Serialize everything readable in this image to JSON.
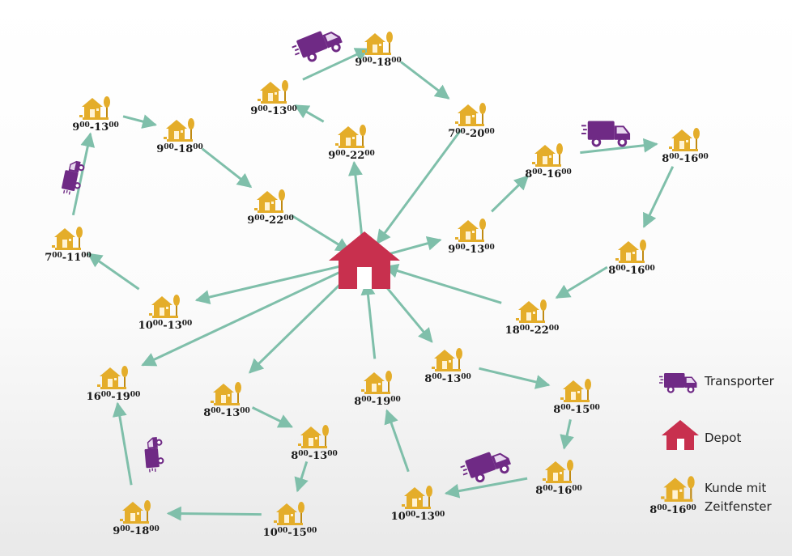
{
  "colors": {
    "arrow": "#7fbfaa",
    "depot": "#c8304e",
    "truck": "#6f2a85",
    "house": "#e4ad2a",
    "house_dark": "#c08a12"
  },
  "customers": [
    {
      "id": "c1",
      "from": "9",
      "to": "18"
    },
    {
      "id": "c2",
      "from": "9",
      "to": "13"
    },
    {
      "id": "c3",
      "from": "7",
      "to": "20"
    },
    {
      "id": "c4",
      "from": "9",
      "to": "22"
    },
    {
      "id": "c5",
      "from": "9",
      "to": "13"
    },
    {
      "id": "c6",
      "from": "9",
      "to": "18"
    },
    {
      "id": "c7",
      "from": "9",
      "to": "22"
    },
    {
      "id": "c8",
      "from": "7",
      "to": "11"
    },
    {
      "id": "c9",
      "from": "10",
      "to": "13"
    },
    {
      "id": "c10",
      "from": "8",
      "to": "16"
    },
    {
      "id": "c11",
      "from": "8",
      "to": "16"
    },
    {
      "id": "c12",
      "from": "9",
      "to": "13"
    },
    {
      "id": "c13",
      "from": "8",
      "to": "16"
    },
    {
      "id": "c14",
      "from": "18",
      "to": "22"
    },
    {
      "id": "c15",
      "from": "8",
      "to": "13"
    },
    {
      "id": "c16",
      "from": "8",
      "to": "15"
    },
    {
      "id": "c17",
      "from": "8",
      "to": "16"
    },
    {
      "id": "c18",
      "from": "10",
      "to": "13"
    },
    {
      "id": "c19",
      "from": "8",
      "to": "19"
    },
    {
      "id": "c20",
      "from": "16",
      "to": "19"
    },
    {
      "id": "c21",
      "from": "8",
      "to": "13"
    },
    {
      "id": "c22",
      "from": "8",
      "to": "13"
    },
    {
      "id": "c23",
      "from": "10",
      "to": "15"
    },
    {
      "id": "c24",
      "from": "9",
      "to": "18"
    }
  ],
  "minute_suffix": "00",
  "legend": {
    "transporter": "Transporter",
    "depot": "Depot",
    "customer_line1": "Kunde mit",
    "customer_line2": "Zeitfenster",
    "example_window": {
      "from": "8",
      "to": "16"
    }
  }
}
